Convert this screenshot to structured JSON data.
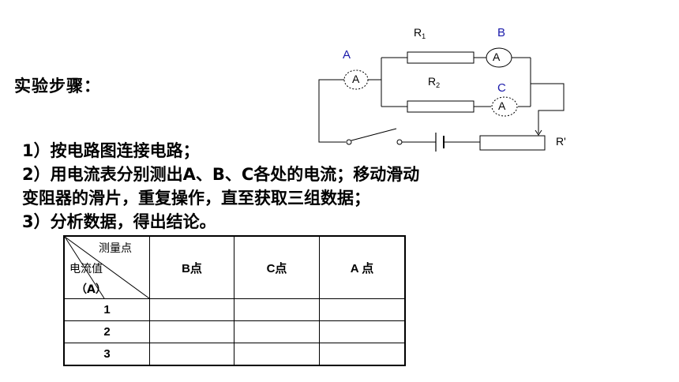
{
  "heading": "实验步骤：",
  "steps": [
    "1）按电路图连接电路；",
    "2）用电流表分别测出A、B、C各处的电流；移动滑动",
    "变阻器的滑片，重复操作，直至获取三组数据；",
    "3）分析数据，得出结论。"
  ],
  "table": {
    "corner_top": "测量点",
    "corner_mid": "电流值",
    "corner_bottom": "（A）",
    "columns": [
      "B点",
      "C点",
      "A 点"
    ],
    "rows": [
      {
        "label": "1",
        "cells": [
          "",
          "",
          ""
        ]
      },
      {
        "label": "2",
        "cells": [
          "",
          "",
          ""
        ]
      },
      {
        "label": "3",
        "cells": [
          "",
          "",
          ""
        ]
      }
    ]
  },
  "circuit": {
    "label_A": "A",
    "label_B": "B",
    "label_C": "C",
    "meter_A": "A",
    "meter_B": "A",
    "meter_C": "A",
    "r1_base": "R",
    "r1_sub": "1",
    "r2_base": "R",
    "r2_sub": "2",
    "rprime": "R'",
    "point_label_color": "#1a1aaa"
  }
}
